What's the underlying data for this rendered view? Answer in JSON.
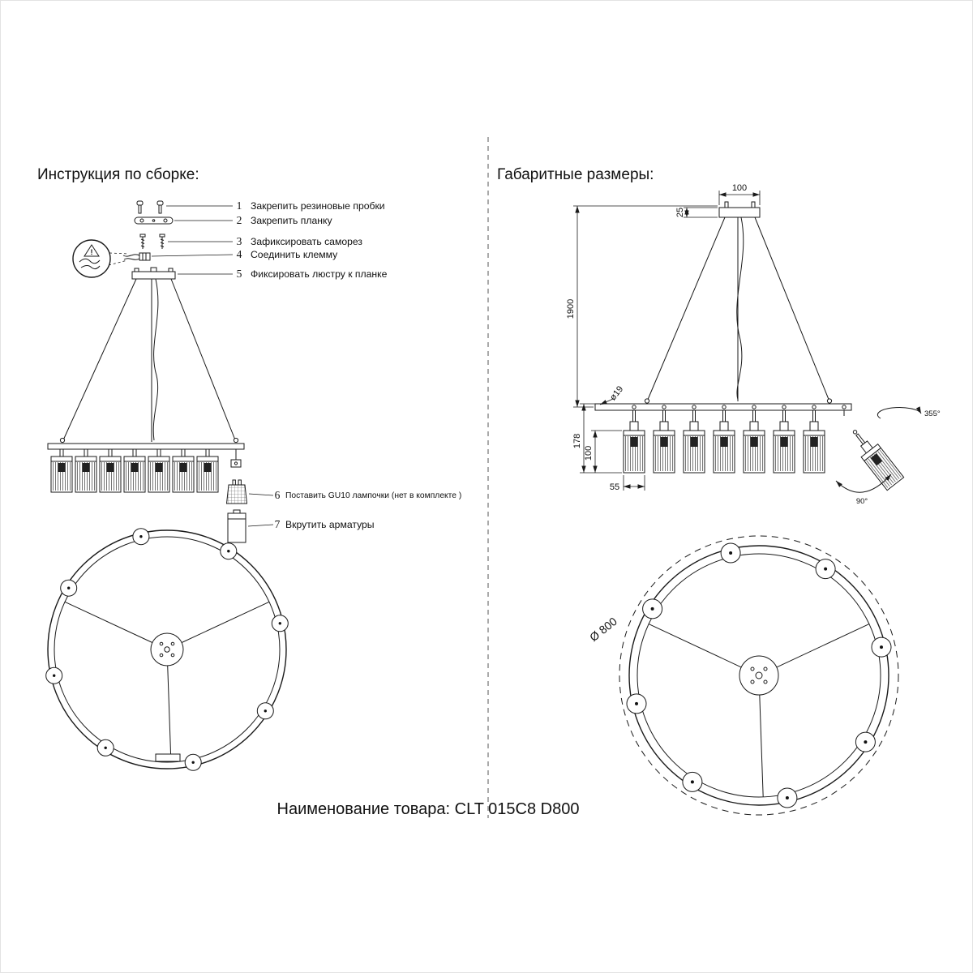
{
  "left": {
    "title": "Инструкция по сборке:",
    "warning_mark": "!",
    "steps": [
      {
        "num": "1",
        "label": "Закрепить резиновые пробки"
      },
      {
        "num": "2",
        "label": "Закрепить планку"
      },
      {
        "num": "3",
        "label": "Зафиксировать саморез"
      },
      {
        "num": "4",
        "label": "Соединить клемму"
      },
      {
        "num": "5",
        "label": "Фиксировать люстру к планке"
      },
      {
        "num": "6",
        "label": "Поставить GU10 лампочки (нет в комплекте )"
      },
      {
        "num": "7",
        "label": "Вкрутить арматуры"
      }
    ]
  },
  "right": {
    "title": "Габаритные размеры:",
    "dims": {
      "canopy_width": "100",
      "canopy_height": "25",
      "suspension_height": "1900",
      "tube_diameter": "ø19",
      "lamp_drop": "178",
      "shade_height": "100",
      "shade_width": "55",
      "horizontal_rotation": "355°",
      "vertical_rotation": "90°",
      "ring_diameter": "Ø 800"
    }
  },
  "footer": {
    "product_name": "Наименование товара: CLT 015C8 D800"
  }
}
